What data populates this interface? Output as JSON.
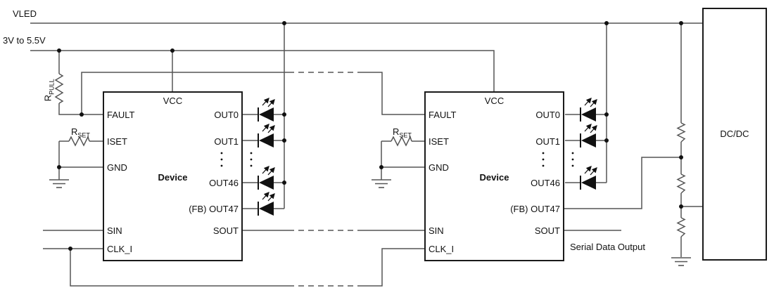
{
  "labels": {
    "vled": "VLED",
    "supply": "3V to 5.5V",
    "serial_output": "Serial Data Output",
    "dcdc": "DC/DC"
  },
  "resistors": {
    "rpull": {
      "base": "R",
      "sub": "PULL"
    },
    "rset1": {
      "base": "R",
      "sub": "SET"
    },
    "rset2": {
      "base": "R",
      "sub": "SET"
    }
  },
  "devices": [
    {
      "title": "Device",
      "vcc": "VCC",
      "left_pins": [
        "FAULT",
        "ISET",
        "GND",
        "SIN",
        "CLK_I"
      ],
      "right_pins": [
        "OUT0",
        "OUT1",
        "OUT46",
        "(FB) OUT47",
        "SOUT"
      ]
    },
    {
      "title": "Device",
      "vcc": "VCC",
      "left_pins": [
        "FAULT",
        "ISET",
        "GND",
        "SIN",
        "CLK_I"
      ],
      "right_pins": [
        "OUT0",
        "OUT1",
        "OUT46",
        "(FB) OUT47",
        "SOUT"
      ]
    }
  ]
}
